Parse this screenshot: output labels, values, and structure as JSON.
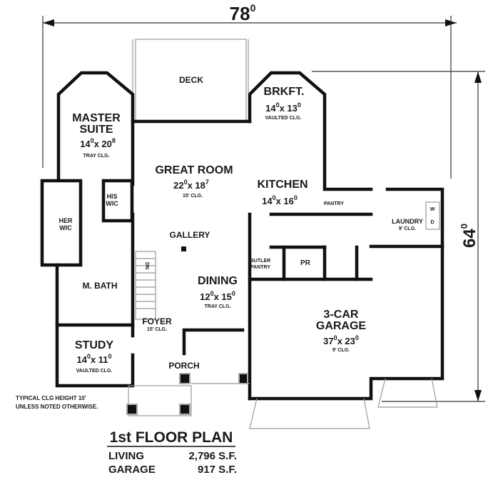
{
  "dimensions": {
    "width": {
      "value": "78",
      "sup": "0"
    },
    "depth": {
      "value": "64",
      "sup": "0"
    }
  },
  "rooms": {
    "deck": {
      "name": "DECK"
    },
    "master_suite": {
      "name1": "MASTER",
      "name2": "SUITE",
      "a": "14",
      "as": "0",
      "b": "x 20",
      "bs": "8",
      "note": "TRAY CLG."
    },
    "his_wic": {
      "name1": "HIS",
      "name2": "WIC"
    },
    "her_wic": {
      "name1": "HER",
      "name2": "WIC"
    },
    "great_room": {
      "name": "GREAT ROOM",
      "a": "22",
      "as": "0",
      "b": "x 18",
      "bs": "7",
      "note": "15' CLG."
    },
    "brkft": {
      "name": "BRKFT.",
      "a": "14",
      "as": "0",
      "b": "x 13",
      "bs": "0",
      "note": "VAULTED CLG."
    },
    "kitchen": {
      "name": "KITCHEN",
      "a": "14",
      "as": "0",
      "b": "x 16",
      "bs": "0"
    },
    "pantry": {
      "name": "PANTRY"
    },
    "laundry": {
      "name": "LAUNDRY",
      "note": "9' CLG.",
      "washer": "W",
      "dryer": "D"
    },
    "gallery": {
      "name": "GALLERY"
    },
    "butler_pantry": {
      "name1": "BUTLER",
      "name2": "PANTRY"
    },
    "powder_room": {
      "name": "PR"
    },
    "master_bath": {
      "name": "M. BATH"
    },
    "dining": {
      "name": "DINING",
      "a": "12",
      "as": "0",
      "b": "x 15",
      "bs": "0",
      "note": "TRAY CLG."
    },
    "foyer": {
      "name": "FOYER",
      "note": "15' CLG."
    },
    "garage": {
      "name1": "3-CAR",
      "name2": "GARAGE",
      "a": "37",
      "as": "0",
      "b": "x 23",
      "bs": "0",
      "note": "9' CLG."
    },
    "study": {
      "name": "STUDY",
      "a": "14",
      "as": "0",
      "b": "x 11",
      "bs": "0",
      "note": "VAULTED CLG."
    },
    "porch": {
      "name": "PORCH"
    },
    "stairs": {
      "label": "DN"
    }
  },
  "notes": {
    "line1": "TYPICAL CLG HEIGHT 10'",
    "line2": "UNLESS NOTED OTHERWISE."
  },
  "summary": {
    "title": "1st FLOOR PLAN",
    "rows": [
      {
        "label": "LIVING",
        "value": "2,796 S.F."
      },
      {
        "label": "GARAGE",
        "value": "917 S.F."
      }
    ]
  }
}
